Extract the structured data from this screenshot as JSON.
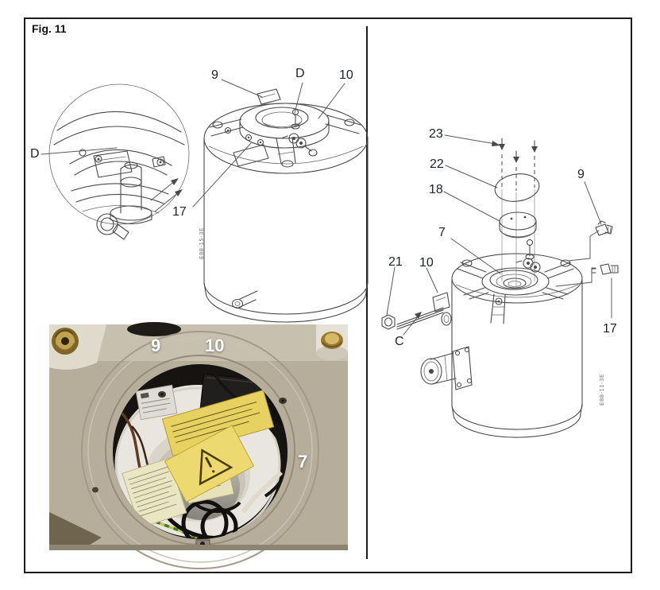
{
  "page": {
    "fig_label": "Fig. 11"
  },
  "left_panel": {
    "detail_circle": {
      "label_d": "D"
    },
    "tank": {
      "label_9": "9",
      "label_d": "D",
      "label_10": "10",
      "label_17": "17",
      "drawing_code": "E88-15-3E"
    },
    "photo": {
      "label_9": "9",
      "label_10": "10",
      "label_7": "7"
    }
  },
  "right_panel": {
    "exploded": {
      "label_23": "23",
      "label_22": "22",
      "label_18": "18",
      "label_9": "9",
      "label_7": "7",
      "label_21": "21",
      "label_10": "10",
      "label_c": "C",
      "label_17": "17",
      "drawing_code": "E88-11-3E"
    }
  }
}
